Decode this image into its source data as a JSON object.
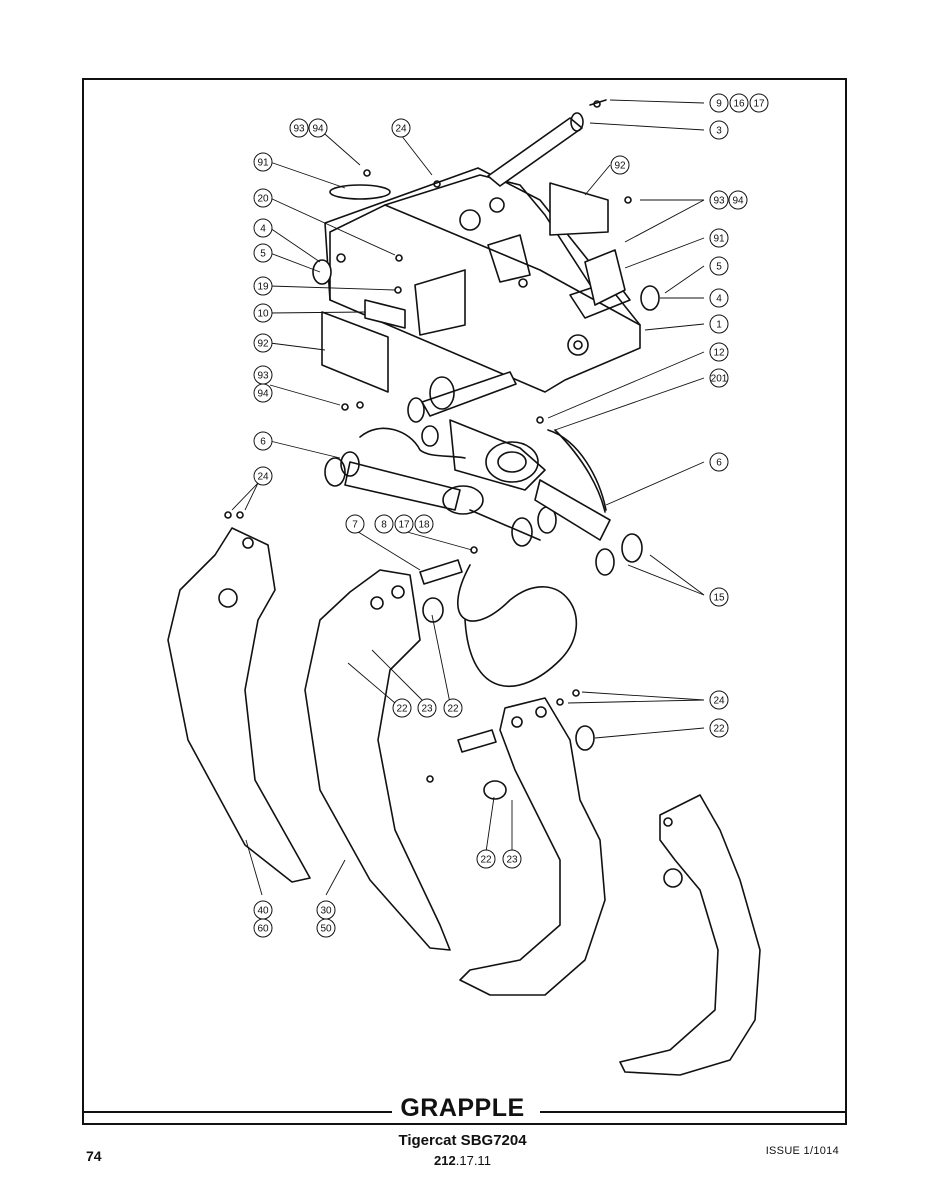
{
  "title": "GRAPPLE",
  "page_number": "74",
  "issue": "ISSUE 1/1014",
  "model": "Tigercat SBG7204",
  "catalog_bold": "212",
  "catalog_rest": ".17.11",
  "callouts": [
    {
      "id": "c1",
      "texts": [
        "9",
        "16",
        "17"
      ]
    },
    {
      "id": "c2",
      "texts": [
        "3"
      ]
    },
    {
      "id": "c3",
      "texts": [
        "93",
        "94"
      ]
    },
    {
      "id": "c4",
      "texts": [
        "24"
      ]
    },
    {
      "id": "c5",
      "texts": [
        "91"
      ]
    },
    {
      "id": "c6",
      "texts": [
        "92"
      ]
    },
    {
      "id": "c7",
      "texts": [
        "93",
        "94"
      ]
    },
    {
      "id": "c8",
      "texts": [
        "20"
      ]
    },
    {
      "id": "c9",
      "texts": [
        "91"
      ]
    },
    {
      "id": "c10",
      "texts": [
        "4"
      ]
    },
    {
      "id": "c11",
      "texts": [
        "5"
      ]
    },
    {
      "id": "c12",
      "texts": [
        "5"
      ]
    },
    {
      "id": "c13",
      "texts": [
        "19"
      ]
    },
    {
      "id": "c14",
      "texts": [
        "4"
      ]
    },
    {
      "id": "c15",
      "texts": [
        "10"
      ]
    },
    {
      "id": "c16",
      "texts": [
        "1"
      ]
    },
    {
      "id": "c17",
      "texts": [
        "92"
      ]
    },
    {
      "id": "c18",
      "texts": [
        "12"
      ]
    },
    {
      "id": "c19",
      "texts": [
        "93",
        "94"
      ]
    },
    {
      "id": "c20",
      "texts": [
        "201"
      ]
    },
    {
      "id": "c21",
      "texts": [
        "6"
      ]
    },
    {
      "id": "c22",
      "texts": [
        "6"
      ]
    },
    {
      "id": "c23",
      "texts": [
        "24"
      ]
    },
    {
      "id": "c24",
      "texts": [
        "7"
      ]
    },
    {
      "id": "c25",
      "texts": [
        "8",
        "17",
        "18"
      ]
    },
    {
      "id": "c26",
      "texts": [
        "15"
      ]
    },
    {
      "id": "c27",
      "texts": [
        "22",
        "23",
        "22"
      ]
    },
    {
      "id": "c28",
      "texts": [
        "24"
      ]
    },
    {
      "id": "c29",
      "texts": [
        "22"
      ]
    },
    {
      "id": "c30",
      "texts": [
        "22",
        "23"
      ]
    },
    {
      "id": "c31",
      "texts": [
        "40",
        "60"
      ]
    },
    {
      "id": "c32",
      "texts": [
        "30",
        "50"
      ]
    }
  ]
}
